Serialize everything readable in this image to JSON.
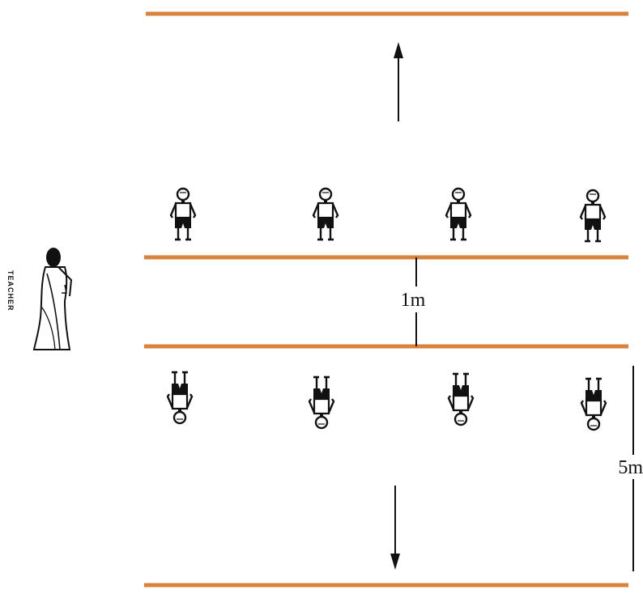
{
  "colors": {
    "track_line": "#d9823b",
    "ink": "#111111"
  },
  "labels": {
    "gap_between_lines": "1m",
    "run_distance": "5m",
    "teacher": "TEACHER"
  },
  "icons": {
    "student": "child-figure-icon",
    "teacher": "teacher-in-saree-icon",
    "up_arrow": "arrow-up-icon",
    "down_arrow": "arrow-down-icon"
  }
}
